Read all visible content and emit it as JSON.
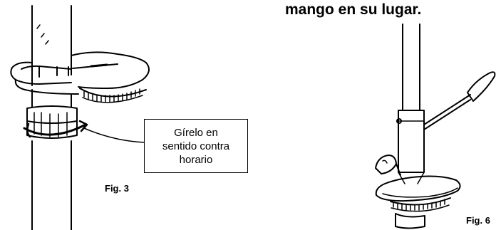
{
  "heading": "mango en su lugar.",
  "figure3": {
    "callout": "Gírelo en\nsentido contra\nhorario",
    "caption": "Fig. 3"
  },
  "figure4": {
    "caption": "Fig. 6"
  }
}
